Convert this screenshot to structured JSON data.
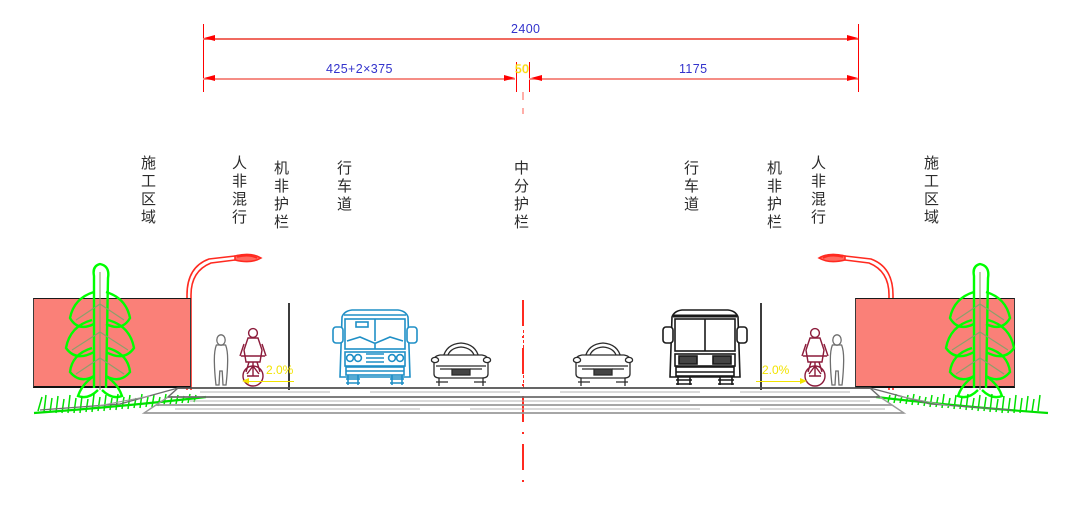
{
  "drawing": {
    "type": "road-cross-section",
    "title_visible": false,
    "units_note_visible": false,
    "background": "#ffffff",
    "symmetry": "mirrored about vertical centerline"
  },
  "colors": {
    "dimension_line": "#f58d85",
    "dimension_arrow": "#ff0000",
    "dimension_text": "#3333cc",
    "small_dimension_text": "#ffe000",
    "construction_zone_fill": "#fa8078",
    "construction_zone_border": "#1a1a1a",
    "tree_green": "#00ff00",
    "grass_green": "#00e000",
    "street_lamp": "#ff2a20",
    "centerline": "#ff2a20",
    "bus_left": "#1f8fc6",
    "bus_right": "#1a1a1a",
    "car_outline": "#2b2b2b",
    "cyclist": "#8b1a3a",
    "pedestrian": "#6e6e6e",
    "slope_text": "#f2e300",
    "guardrail_post": "#3c3c3c",
    "pavement_line": "#9a9a9a",
    "label_text": "#2b2b2b"
  },
  "dimensions": {
    "overall": {
      "label": "2400",
      "description": "total cross-section width"
    },
    "segments": [
      {
        "label": "425+2x375",
        "display": "425+2×375",
        "description": "left side: non-motor mixed way plus two driving lanes"
      },
      {
        "label": "50",
        "description": "central median guardrail width",
        "highlight": true
      },
      {
        "label": "1175",
        "description": "right side roadway width"
      }
    ]
  },
  "labels": {
    "left": [
      {
        "text": "施工区域",
        "meaning": "construction area"
      },
      {
        "text": "人非混行",
        "meaning": "pedestrian and non-motorized mixed traffic"
      },
      {
        "text": "机非护栏",
        "meaning": "motor / non-motor separation guardrail"
      },
      {
        "text": "行车道",
        "meaning": "carriageway / driving lane"
      }
    ],
    "center": [
      {
        "text": "中分护栏",
        "meaning": "central median guardrail"
      }
    ],
    "right": [
      {
        "text": "行车道",
        "meaning": "carriageway / driving lane"
      },
      {
        "text": "机非护栏",
        "meaning": "motor / non-motor separation guardrail"
      },
      {
        "text": "人非混行",
        "meaning": "pedestrian and non-motorized mixed traffic"
      },
      {
        "text": "施工区域",
        "meaning": "construction area"
      }
    ]
  },
  "slopes": [
    {
      "text": "2.0%",
      "side": "left",
      "direction": "outward"
    },
    {
      "text": "2.0%",
      "side": "right",
      "direction": "outward"
    }
  ],
  "elements": {
    "street_lamps": [
      {
        "name": "street-lamp-left",
        "arm_direction": "right"
      },
      {
        "name": "street-lamp-right",
        "arm_direction": "left"
      }
    ],
    "trees": [
      {
        "name": "tree-left"
      },
      {
        "name": "tree-right"
      }
    ],
    "vehicles": [
      {
        "name": "bus-left",
        "type": "bus",
        "color": "#1f8fc6"
      },
      {
        "name": "car-left",
        "type": "car",
        "color": "#2b2b2b"
      },
      {
        "name": "car-right",
        "type": "car",
        "color": "#2b2b2b"
      },
      {
        "name": "bus-right",
        "type": "bus",
        "color": "#1a1a1a"
      }
    ],
    "people": [
      {
        "name": "pedestrian-left",
        "type": "pedestrian"
      },
      {
        "name": "cyclist-left",
        "type": "cyclist"
      },
      {
        "name": "cyclist-right",
        "type": "cyclist"
      },
      {
        "name": "pedestrian-right",
        "type": "pedestrian"
      }
    ],
    "guardrail_posts": 2,
    "median_guardrail": 1,
    "centerline": "dash-dot vertical red"
  }
}
